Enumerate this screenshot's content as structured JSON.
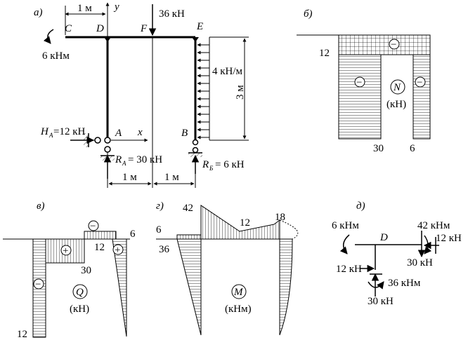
{
  "panels": {
    "a": {
      "label": "а)",
      "dim_top": "1 м",
      "axis_y": "y",
      "axis_x": "x",
      "force_F": "36 кН",
      "moment_C": "6 кНм",
      "dist_load": "4 кН/м",
      "height": "3 м",
      "HA": "H",
      "HA_sub": "A",
      "HA_val": "=12 кН",
      "RA": "R",
      "RA_sub": "A",
      "RA_val": "= 30 кН",
      "RB": "R",
      "RB_sub": "Б",
      "RB_val": "= 6 кН",
      "dim_bottom_1": "1 м",
      "dim_bottom_2": "1 м",
      "pt_C": "C",
      "pt_D": "D",
      "pt_F": "F",
      "pt_E": "E",
      "pt_A": "A",
      "pt_B": "B"
    },
    "b": {
      "label": "б)",
      "val_left": "12",
      "val_30": "30",
      "val_6": "6",
      "circle": "N",
      "unit": "(кН)",
      "sign_top": "−",
      "sign_left": "−",
      "sign_right": "−"
    },
    "c": {
      "label": "в)",
      "val_6": "6",
      "val_12r": "12",
      "val_30": "30",
      "val_12b": "12",
      "circle": "Q",
      "unit": "(кН)",
      "sign_top": "−",
      "sign_mid": "+",
      "sign_right": "+",
      "sign_left": "−"
    },
    "d": {
      "label": "г)",
      "val_42": "42",
      "val_12": "12",
      "val_18": "18",
      "val_6": "6",
      "val_36": "36",
      "circle": "M",
      "unit": "(кНм)"
    },
    "e": {
      "label": "д)",
      "node": "D",
      "m_left": "6 кНм",
      "m_right": "42 кНм",
      "f_right": "12 кН",
      "f_left": "12 кН",
      "f_down": "30 кН",
      "f_bottom": "30 кН",
      "m_bottom": "36 кНм"
    }
  }
}
